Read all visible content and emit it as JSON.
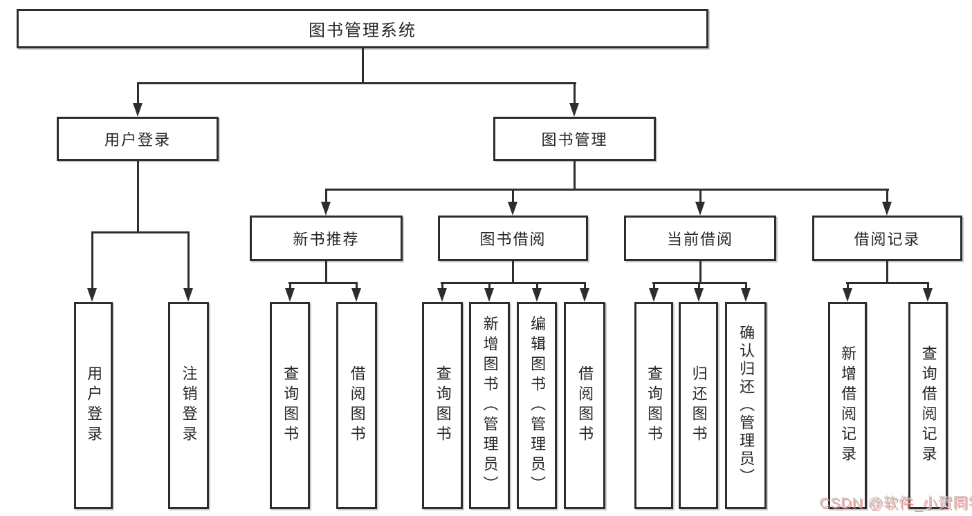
{
  "title": {
    "label": "图书管理系统"
  },
  "branches": {
    "user_login": {
      "label": "用户登录"
    },
    "book_mgmt": {
      "label": "图书管理"
    }
  },
  "modules": [
    {
      "label": "新书推荐"
    },
    {
      "label": "图书借阅"
    },
    {
      "label": "当前借阅"
    },
    {
      "label": "借阅记录"
    }
  ],
  "leaves": [
    {
      "label": "用户登录"
    },
    {
      "label": "注销登录"
    },
    {
      "label": "查询图书"
    },
    {
      "label": "借阅图书"
    },
    {
      "label": "查询图书"
    },
    {
      "label": "新增图书（管理员）"
    },
    {
      "label": "编辑图书（管理员）"
    },
    {
      "label": "借阅图书"
    },
    {
      "label": "查询图书"
    },
    {
      "label": "归还图书"
    },
    {
      "label": "确认归还（管理员）"
    },
    {
      "label": "新增借阅记录"
    },
    {
      "label": "查询借阅记录"
    }
  ],
  "watermark": {
    "text": "CSDN @软件_小贺同学"
  },
  "colors": {
    "line": "#2d2d2d",
    "box_border": "#2d2d2d",
    "text": "#262626",
    "background": "#ffffff",
    "watermark_gray": "#c7c7c7",
    "watermark_red": "#eb695f"
  }
}
